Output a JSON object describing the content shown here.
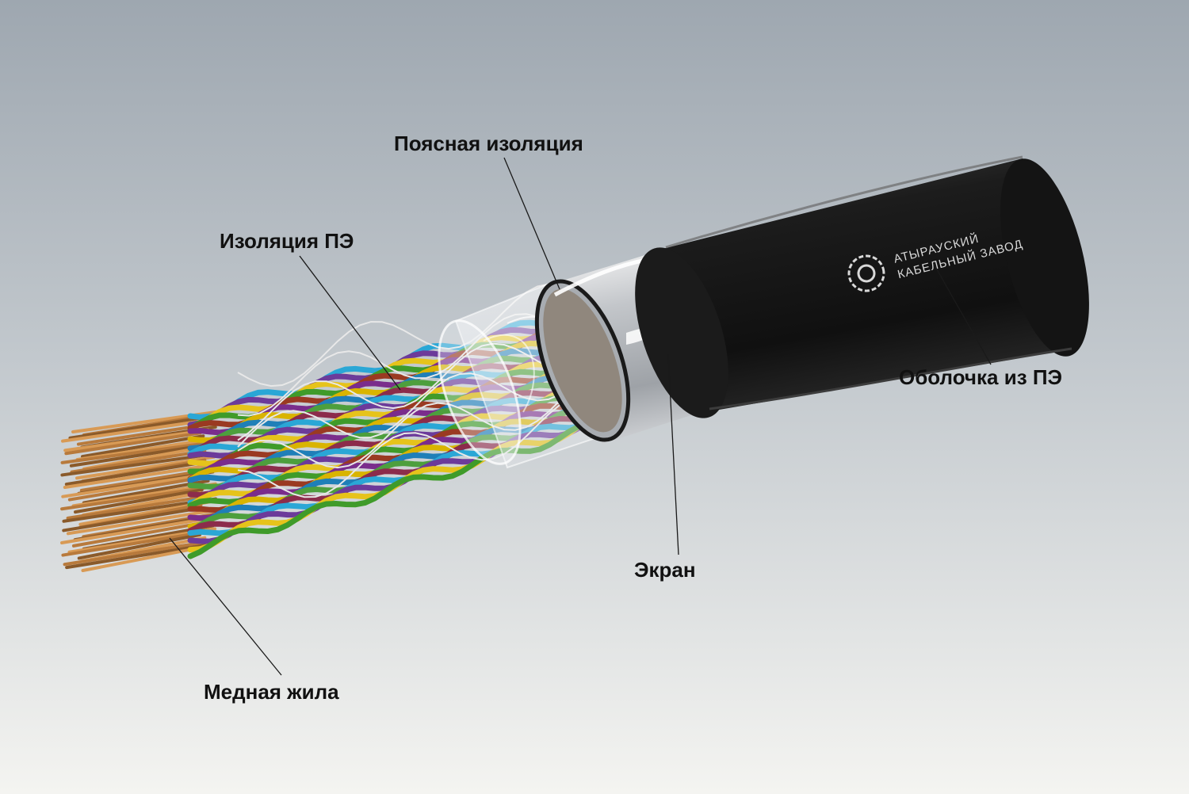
{
  "labels": {
    "belt_insulation": "Поясная изоляция",
    "pe_insulation": "Изоляция ПЭ",
    "pe_sheath": "Оболочка из ПЭ",
    "screen": "Экран",
    "copper_core": "Медная жила"
  },
  "brand": {
    "line1": "АТЫРАУСКИЙ",
    "line2": "КАБЕЛЬНЫЙ ЗАВОД"
  },
  "colors": {
    "background_top": "#9fa8b1",
    "background_bottom": "#f2f2f0",
    "sheath": "#151515",
    "copper": "#b87a3c",
    "screen": "#c9ccd0",
    "label_text": "#111111"
  },
  "wire_colors": [
    "#2aa7d6",
    "#6c3b9a",
    "#e6c31b",
    "#3f9b2a",
    "#9a3a22",
    "#7a2d8c",
    "#d9b400",
    "#1f7fb8",
    "#4d9f3d",
    "#8c2c4b"
  ]
}
